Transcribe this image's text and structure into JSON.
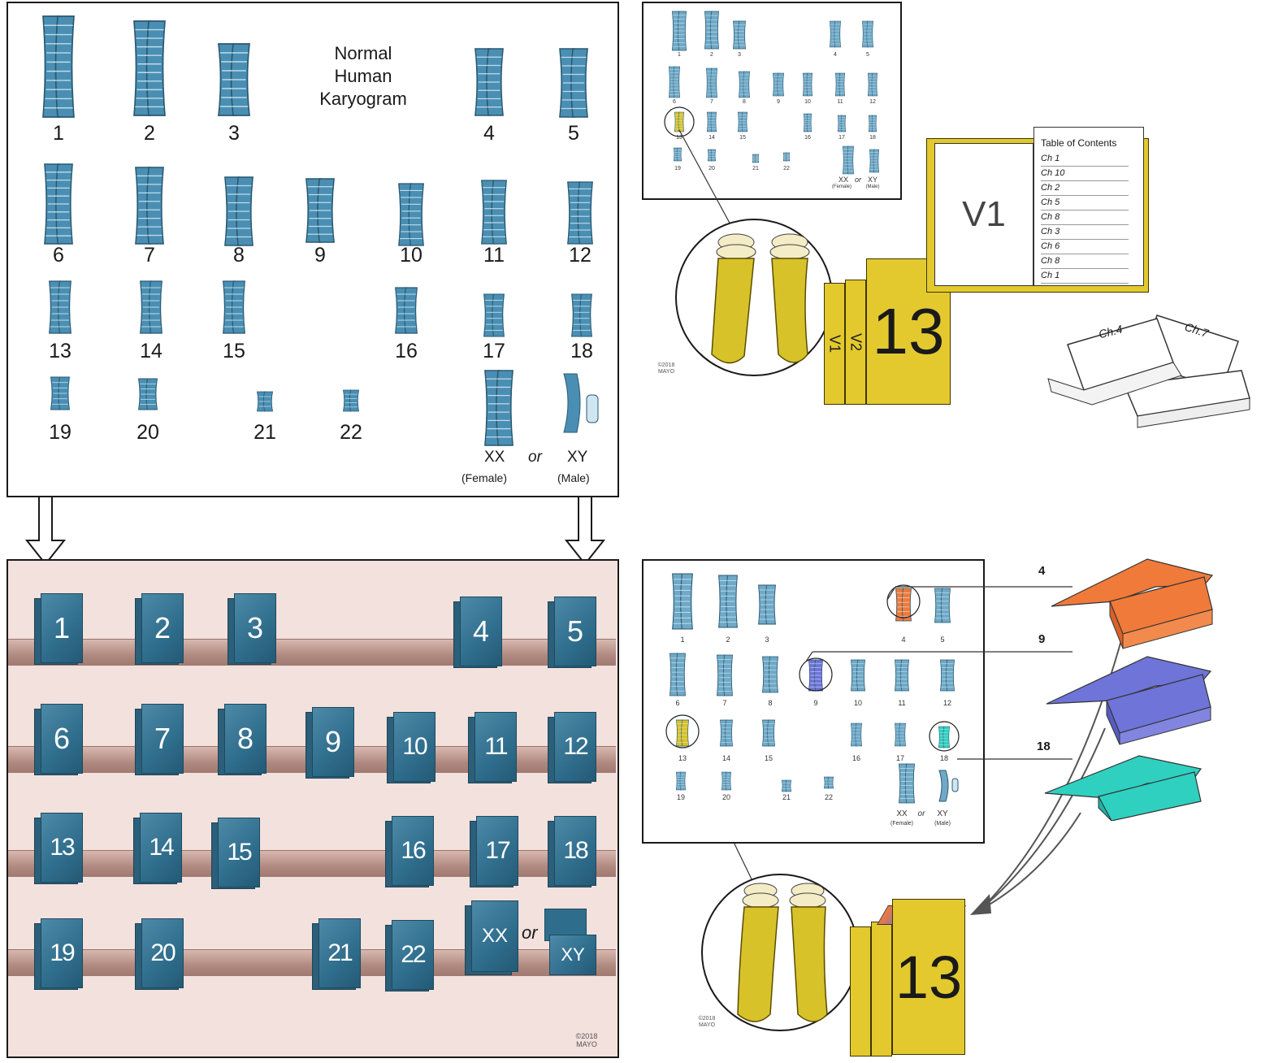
{
  "karyogram": {
    "title_lines": [
      "Normal",
      "Human",
      "Karyogram"
    ],
    "autosome_labels": [
      "1",
      "2",
      "3",
      "4",
      "5",
      "6",
      "7",
      "8",
      "9",
      "10",
      "11",
      "12",
      "13",
      "14",
      "15",
      "16",
      "17",
      "18",
      "19",
      "20",
      "21",
      "22"
    ],
    "sex_xx": "XX",
    "sex_or": "or",
    "sex_xy": "XY",
    "female": "(Female)",
    "male": "(Male)"
  },
  "mini_karyogram": {
    "labels": [
      "1",
      "2",
      "3",
      "4",
      "5",
      "6",
      "7",
      "8",
      "9",
      "10",
      "11",
      "12",
      "13",
      "14",
      "15",
      "16",
      "17",
      "18",
      "19",
      "20",
      "21",
      "22"
    ],
    "sex_xx": "XX",
    "sex_or": "or",
    "sex_xy": "XY",
    "female": "(Female)",
    "male": "(Male)"
  },
  "book_volume": {
    "big_number": "13",
    "spine_v1": "V1",
    "spine_v2": "V2",
    "open_book_label": "V1",
    "toc_title": "Table of Contents",
    "toc_entries": [
      "Ch 1",
      "Ch 10",
      "Ch 2",
      "Ch 5",
      "Ch 8",
      "Ch 3",
      "Ch 6",
      "Ch 8",
      "Ch 1"
    ],
    "chapter_a": "Ch.4",
    "chapter_b": "Ch.7"
  },
  "bookshelf": {
    "books": [
      "1",
      "2",
      "3",
      "4",
      "5",
      "6",
      "7",
      "8",
      "9",
      "10",
      "11",
      "12",
      "13",
      "14",
      "15",
      "16",
      "17",
      "18",
      "19",
      "20",
      "21",
      "22"
    ],
    "sex_xx": "XX",
    "sex_or": "or",
    "sex_xy": "XY"
  },
  "insertions": {
    "labels": [
      "4",
      "9",
      "18"
    ],
    "big_number": "13",
    "colors": {
      "chr4": "#f07a3a",
      "chr9": "#6f74d8",
      "chr18": "#2fd0c0"
    }
  },
  "credits": {
    "copyright_lines": [
      "©2018",
      "MAYO"
    ]
  },
  "colors": {
    "chromosome_blue": "#4a8fb3",
    "chromosome_yellow": "#d8c22a",
    "book_blue": "#2f6d8c",
    "book_yellow": "#e3c92e",
    "shelf_bg": "#f2e1dd"
  }
}
